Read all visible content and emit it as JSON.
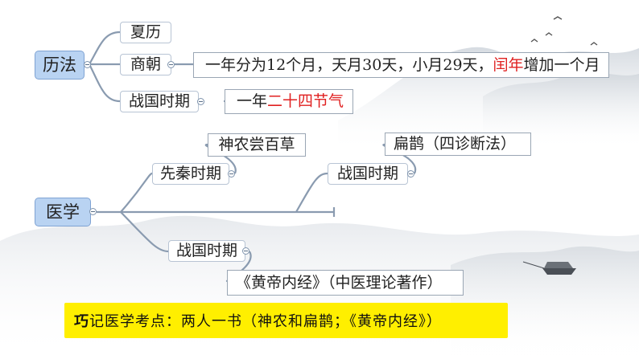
{
  "calendar": {
    "root": "历法",
    "xia": "夏历",
    "shang": "商朝",
    "shang_detail": {
      "before": "一年分为12个月，天月30天，小月29天，",
      "highlight": "闰年",
      "after": "增加一个月"
    },
    "warring": "战国时期",
    "warring_detail": {
      "before": "一年",
      "highlight": "二十四节气"
    }
  },
  "medicine": {
    "root": "医学",
    "pre_qin": "先秦时期",
    "shennong": "神农尝百草",
    "warring_a": "战国时期",
    "bianque": "扁鹊（四诊断法）",
    "warring_b": "战国时期",
    "huangdi": "《黄帝内经》（中医理论著作）"
  },
  "tip": {
    "lead": "巧",
    "text": "记医学考点：两人一书（神农和扁鹊；《黄帝内经》）"
  },
  "colors": {
    "root_fill": "#b9d3f2",
    "connector": "#8a9bb0",
    "highlight": "#e02020",
    "tip_fill": "#ffef00"
  }
}
